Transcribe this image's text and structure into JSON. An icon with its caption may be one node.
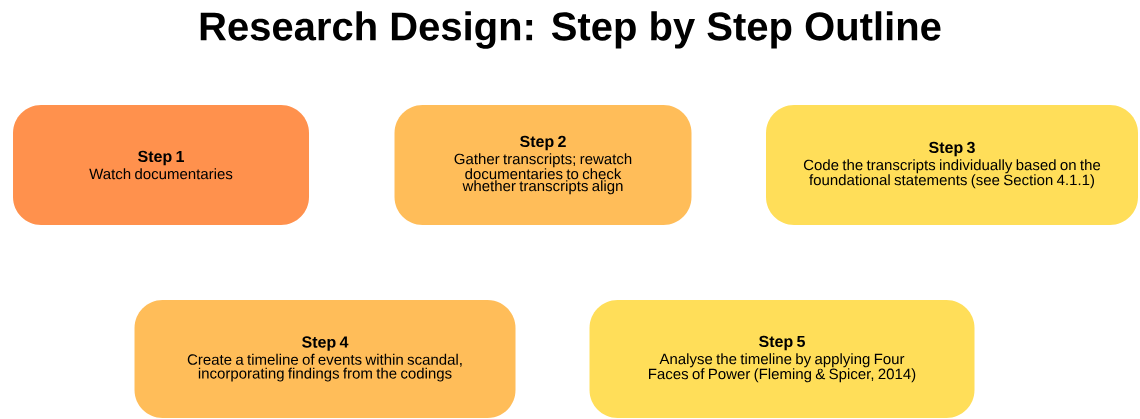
{
  "diagram": {
    "title": "Research Design: Step by Step Outline",
    "nodes": [
      {
        "text": [
          "Step 1",
          "Watch documentaries"
        ]
      },
      {
        "text": [
          "Step 2",
          "Gather transcripts; rewatch documentaries to check whether transcripts align"
        ]
      },
      {
        "text": [
          "Step 3",
          "Code the transcripts individually based on the foundational statements (see Section 4.1.1)"
        ]
      },
      {
        "text": [
          "Step 4",
          "Create a timeline of events within scandal, incorporating findings from the codings"
        ]
      },
      {
        "text": [
          "Step 5",
          "Analyse the timeline by applying Four Faces of Power (Fleming & Spicer, 2014)"
        ]
      }
    ]
  }
}
